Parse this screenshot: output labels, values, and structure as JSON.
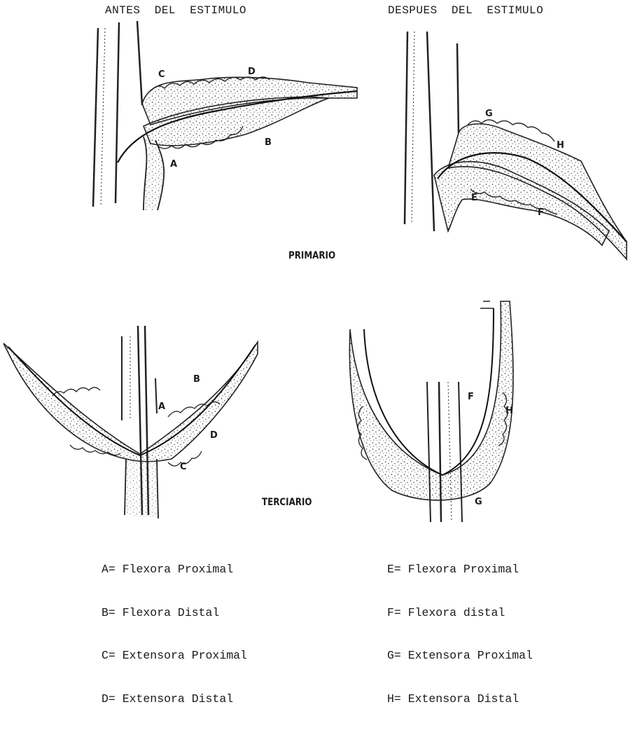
{
  "titles": {
    "before": "ANTES  DEL  ESTIMULO",
    "after": "DESPUES  DEL  ESTIMULO"
  },
  "sections": {
    "primary": "PRIMARIO",
    "tertiary": "TERCIARIO"
  },
  "labels": {
    "A": "A",
    "B": "B",
    "C": "C",
    "D": "D",
    "E": "E",
    "F": "F",
    "G": "G",
    "H": "H"
  },
  "legend_left": [
    "A= Flexora Proximal",
    "B= Flexora Distal",
    "C= Extensora Proximal",
    "D= Extensora Distal"
  ],
  "legend_right": [
    "E= Flexora Proximal",
    "F= Flexora distal",
    "G= Extensora Proximal",
    "H= Extensora Distal"
  ]
}
